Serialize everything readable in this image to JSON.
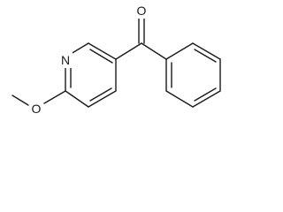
{
  "structure": {
    "atoms": {
      "nitrogen": "N",
      "carbonyl_oxygen": "O",
      "ether_oxygen": "O"
    }
  }
}
